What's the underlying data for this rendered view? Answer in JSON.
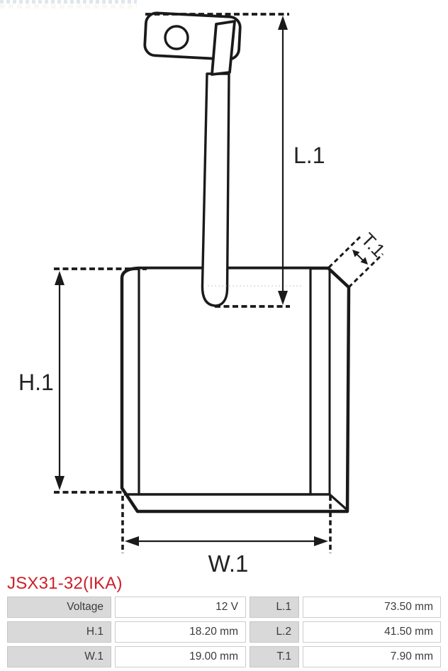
{
  "part": {
    "number": "JSX31-32(IKA)"
  },
  "diagram": {
    "dimension_labels": {
      "l1": "L.1",
      "h1": "H.1",
      "w1": "W.1",
      "t1": "T.1"
    }
  },
  "spec_table": {
    "cells": [
      {
        "label": "Voltage",
        "value": "12 V"
      },
      {
        "label": "L.1",
        "value": "73.50 mm"
      },
      {
        "label": "H.1",
        "value": "18.20 mm"
      },
      {
        "label": "L.2",
        "value": "41.50 mm"
      },
      {
        "label": "W.1",
        "value": "19.00 mm"
      },
      {
        "label": "T.1",
        "value": "7.90 mm"
      }
    ]
  },
  "colors": {
    "accent_red": "#cb2129",
    "label_cell_bg": "#d9d9d9",
    "table_border": "#cccccc",
    "line": "#1a1a1a"
  }
}
